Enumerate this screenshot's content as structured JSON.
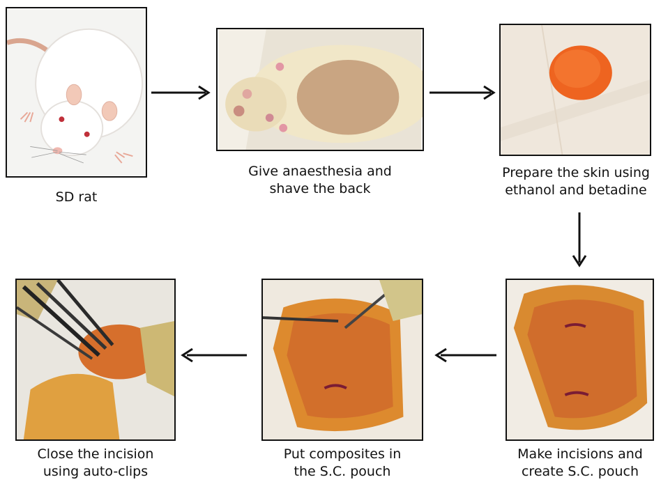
{
  "steps": [
    {
      "id": "sd-rat",
      "caption_lines": [
        "SD rat"
      ]
    },
    {
      "id": "anaesthesia",
      "caption_lines": [
        "Give anaesthesia and",
        "shave the back"
      ]
    },
    {
      "id": "skin-prep",
      "caption_lines": [
        "Prepare the skin using",
        "ethanol and betadine"
      ]
    },
    {
      "id": "incisions",
      "caption_lines": [
        "Make incisions and",
        "create S.C. pouch"
      ]
    },
    {
      "id": "composites",
      "caption_lines": [
        "Put composites in",
        "the S.C. pouch"
      ]
    },
    {
      "id": "close",
      "caption_lines": [
        "Close the incision",
        "using auto-clips"
      ]
    }
  ],
  "arrows": [
    {
      "from": "sd-rat",
      "to": "anaesthesia",
      "direction": "right"
    },
    {
      "from": "anaesthesia",
      "to": "skin-prep",
      "direction": "right"
    },
    {
      "from": "skin-prep",
      "to": "incisions",
      "direction": "down"
    },
    {
      "from": "incisions",
      "to": "composites",
      "direction": "left"
    },
    {
      "from": "composites",
      "to": "close",
      "direction": "left"
    }
  ]
}
